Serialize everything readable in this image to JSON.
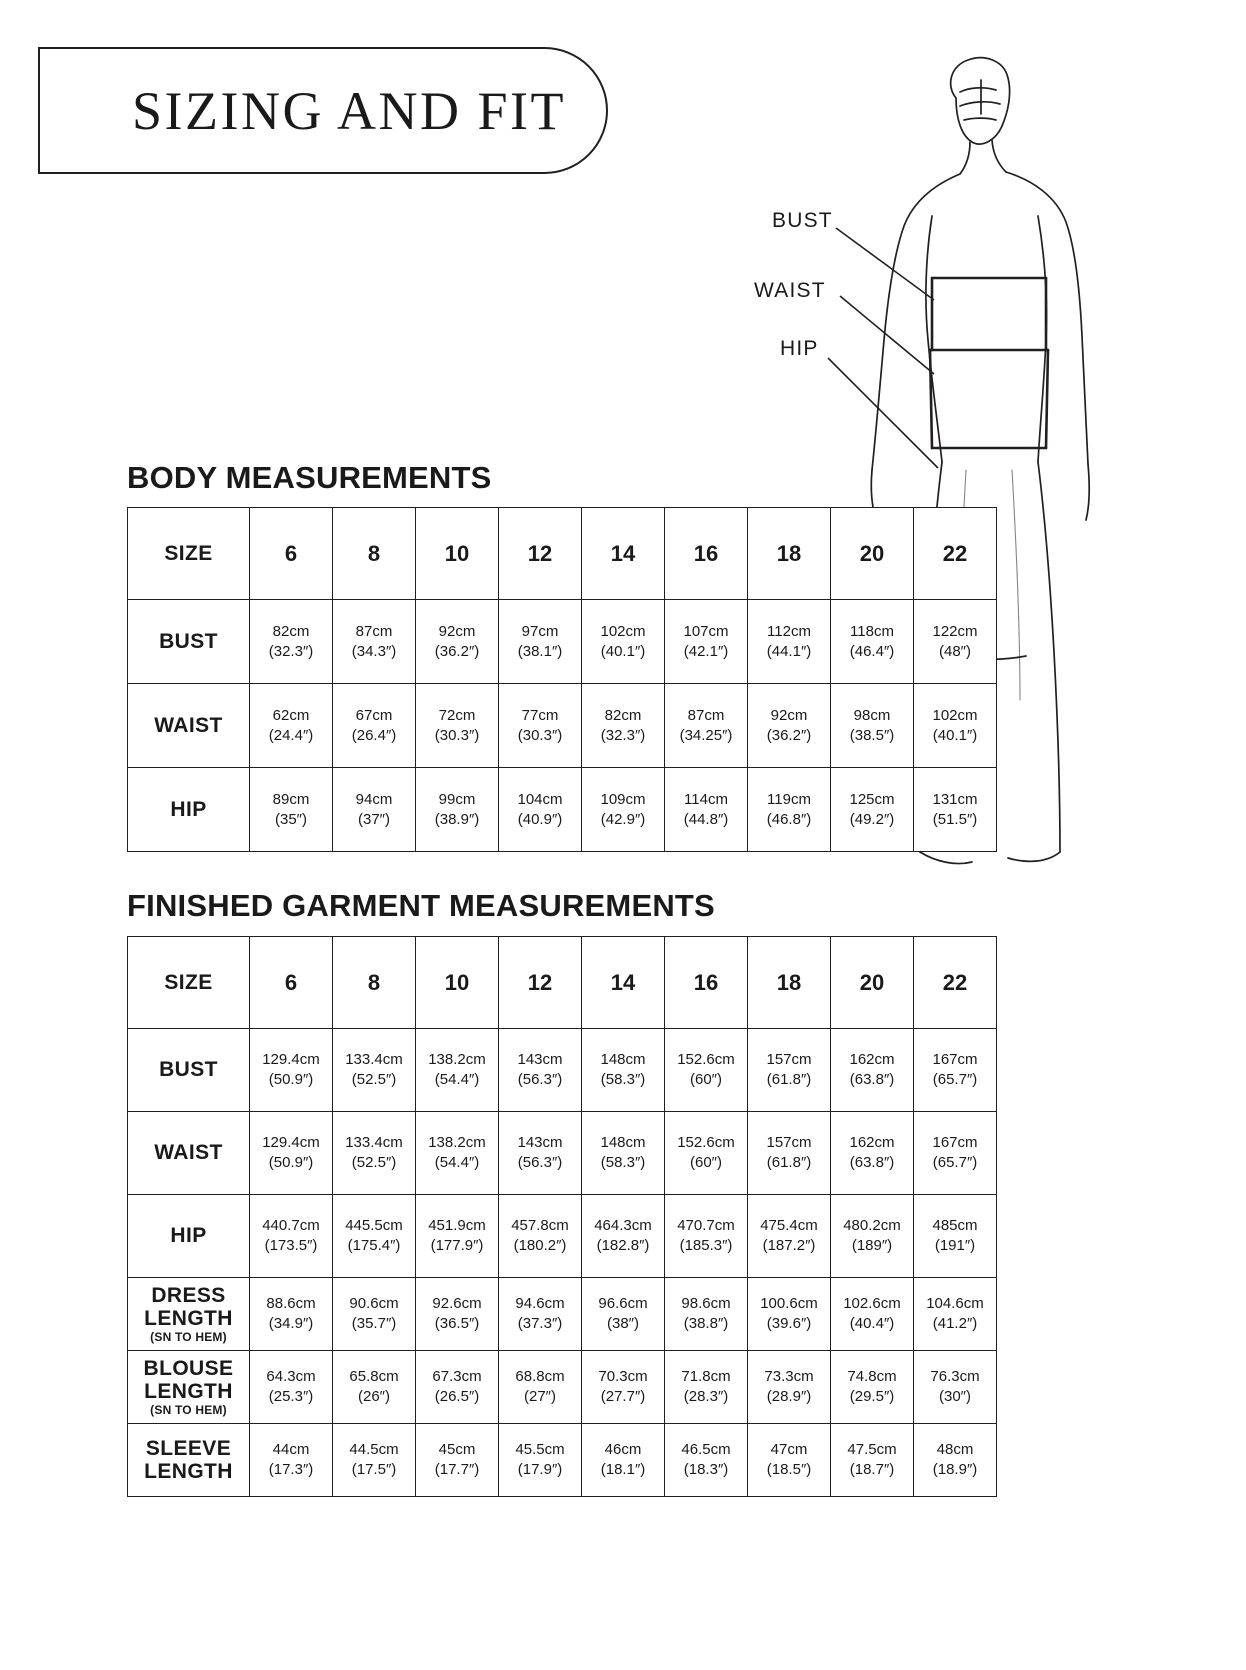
{
  "title": {
    "text": "SIZING AND FIT"
  },
  "figure": {
    "callouts": [
      {
        "name": "bust",
        "label": "BUST"
      },
      {
        "name": "waist",
        "label": "WAIST"
      },
      {
        "name": "hip",
        "label": "HIP"
      }
    ]
  },
  "body_measurements": {
    "heading": "BODY MEASUREMENTS",
    "size_label": "SIZE",
    "sizes": [
      "6",
      "8",
      "10",
      "12",
      "14",
      "16",
      "18",
      "20",
      "22"
    ],
    "rows": [
      {
        "label": "BUST",
        "cm": [
          "82cm",
          "87cm",
          "92cm",
          "97cm",
          "102cm",
          "107cm",
          "112cm",
          "118cm",
          "122cm"
        ],
        "inch": [
          "(32.3″)",
          "(34.3″)",
          "(36.2″)",
          "(38.1″)",
          "(40.1″)",
          "(42.1″)",
          "(44.1″)",
          "(46.4″)",
          "(48″)"
        ]
      },
      {
        "label": "WAIST",
        "cm": [
          "62cm",
          "67cm",
          "72cm",
          "77cm",
          "82cm",
          "87cm",
          "92cm",
          "98cm",
          "102cm"
        ],
        "inch": [
          "(24.4″)",
          "(26.4″)",
          "(30.3″)",
          "(30.3″)",
          "(32.3″)",
          "(34.25″)",
          "(36.2″)",
          "(38.5″)",
          "(40.1″)"
        ]
      },
      {
        "label": "HIP",
        "cm": [
          "89cm",
          "94cm",
          "99cm",
          "104cm",
          "109cm",
          "114cm",
          "119cm",
          "125cm",
          "131cm"
        ],
        "inch": [
          "(35″)",
          "(37″)",
          "(38.9″)",
          "(40.9″)",
          "(42.9″)",
          "(44.8″)",
          "(46.8″)",
          "(49.2″)",
          "(51.5″)"
        ]
      }
    ]
  },
  "garment_measurements": {
    "heading": "FINISHED GARMENT MEASUREMENTS",
    "size_label": "SIZE",
    "sizes": [
      "6",
      "8",
      "10",
      "12",
      "14",
      "16",
      "18",
      "20",
      "22"
    ],
    "rows": [
      {
        "label": "BUST",
        "sublabel": "",
        "cm": [
          "129.4cm",
          "133.4cm",
          "138.2cm",
          "143cm",
          "148cm",
          "152.6cm",
          "157cm",
          "162cm",
          "167cm"
        ],
        "inch": [
          "(50.9″)",
          "(52.5″)",
          "(54.4″)",
          "(56.3″)",
          "(58.3″)",
          "(60″)",
          "(61.8″)",
          "(63.8″)",
          "(65.7″)"
        ]
      },
      {
        "label": "WAIST",
        "sublabel": "",
        "cm": [
          "129.4cm",
          "133.4cm",
          "138.2cm",
          "143cm",
          "148cm",
          "152.6cm",
          "157cm",
          "162cm",
          "167cm"
        ],
        "inch": [
          "(50.9″)",
          "(52.5″)",
          "(54.4″)",
          "(56.3″)",
          "(58.3″)",
          "(60″)",
          "(61.8″)",
          "(63.8″)",
          "(65.7″)"
        ]
      },
      {
        "label": "HIP",
        "sublabel": "",
        "cm": [
          "440.7cm",
          "445.5cm",
          "451.9cm",
          "457.8cm",
          "464.3cm",
          "470.7cm",
          "475.4cm",
          "480.2cm",
          "485cm"
        ],
        "inch": [
          "(173.5″)",
          "(175.4″)",
          "(177.9″)",
          "(180.2″)",
          "(182.8″)",
          "(185.3″)",
          "(187.2″)",
          "(189″)",
          "(191″)"
        ]
      },
      {
        "label": "DRESS LENGTH",
        "sublabel": "(SN TO HEM)",
        "cm": [
          "88.6cm",
          "90.6cm",
          "92.6cm",
          "94.6cm",
          "96.6cm",
          "98.6cm",
          "100.6cm",
          "102.6cm",
          "104.6cm"
        ],
        "inch": [
          "(34.9″)",
          "(35.7″)",
          "(36.5″)",
          "(37.3″)",
          "(38″)",
          "(38.8″)",
          "(39.6″)",
          "(40.4″)",
          "(41.2″)"
        ]
      },
      {
        "label": "BLOUSE LENGTH",
        "sublabel": "(SN TO HEM)",
        "cm": [
          "64.3cm",
          "65.8cm",
          "67.3cm",
          "68.8cm",
          "70.3cm",
          "71.8cm",
          "73.3cm",
          "74.8cm",
          "76.3cm"
        ],
        "inch": [
          "(25.3″)",
          "(26″)",
          "(26.5″)",
          "(27″)",
          "(27.7″)",
          "(28.3″)",
          "(28.9″)",
          "(29.5″)",
          "(30″)"
        ]
      },
      {
        "label": "SLEEVE LENGTH",
        "sublabel": "",
        "cm": [
          "44cm",
          "44.5cm",
          "45cm",
          "45.5cm",
          "46cm",
          "46.5cm",
          "47cm",
          "47.5cm",
          "48cm"
        ],
        "inch": [
          "(17.3″)",
          "(17.5″)",
          "(17.7″)",
          "(17.9″)",
          "(18.1″)",
          "(18.3″)",
          "(18.5″)",
          "(18.7″)",
          "(18.9″)"
        ]
      }
    ]
  }
}
